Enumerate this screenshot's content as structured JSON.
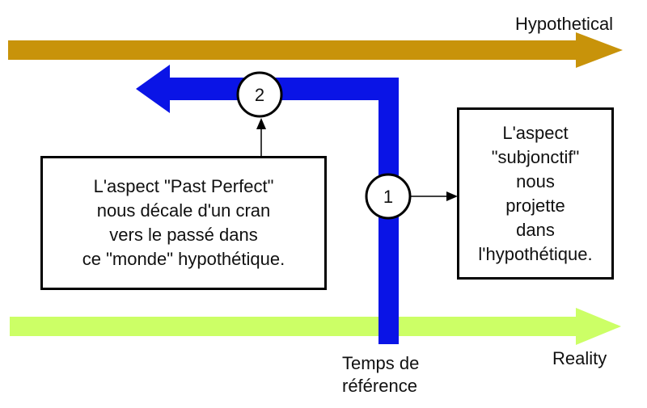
{
  "track_labels": {
    "hypothetical": "Hypothetical",
    "reality": "Reality",
    "reference_time_line1": "Temps de",
    "reference_time_line2": "référence"
  },
  "markers": {
    "one": "1",
    "two": "2"
  },
  "boxes": {
    "subjunctive": {
      "lines": [
        "L'aspect",
        "\"subjonctif\"",
        "nous",
        "projette",
        "dans",
        "l'hypothétique."
      ]
    },
    "past_perfect": {
      "lines": [
        "L'aspect \"Past Perfect\"",
        "nous décale d'un cran",
        "vers le passé dans",
        "ce \"monde\" hypothétique."
      ]
    }
  },
  "colors": {
    "hypothetical_arrow": "#C8930A",
    "reality_arrow": "#CCFF66",
    "reference_path": "#0A14E6",
    "outline": "#000000"
  }
}
